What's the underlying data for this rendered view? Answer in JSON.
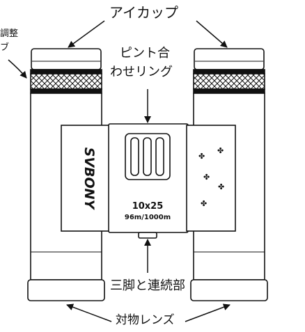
{
  "labels": {
    "eyecup": "アイカップ",
    "focus_line1": "ピント合",
    "focus_line2": "わせリング",
    "diopter_line1": "調整",
    "diopter_line2": "ブ",
    "tripod": "三脚と連続部",
    "objective": "対物レンズ"
  },
  "body": {
    "brand": "SVBONY",
    "model": "10x25",
    "fov": "96m/1000m"
  },
  "colors": {
    "ink": "#111111",
    "paper": "#ffffff"
  }
}
